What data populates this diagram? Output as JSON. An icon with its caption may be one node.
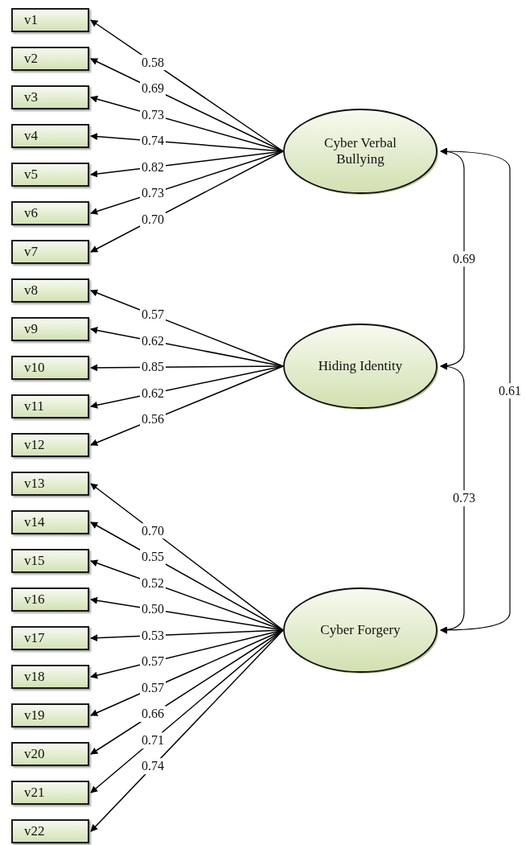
{
  "diagram": {
    "nodes": [
      {
        "text": [
          "v1"
        ]
      },
      {
        "text": [
          "v2"
        ]
      },
      {
        "text": [
          "v3"
        ]
      },
      {
        "text": [
          "v4"
        ]
      },
      {
        "text": [
          "v5"
        ]
      },
      {
        "text": [
          "v6"
        ]
      },
      {
        "text": [
          "v7"
        ]
      },
      {
        "text": [
          "v8"
        ]
      },
      {
        "text": [
          "v9"
        ]
      },
      {
        "text": [
          "v10"
        ]
      },
      {
        "text": [
          "v11"
        ]
      },
      {
        "text": [
          "v12"
        ]
      },
      {
        "text": [
          "v13"
        ]
      },
      {
        "text": [
          "v14"
        ]
      },
      {
        "text": [
          "v15"
        ]
      },
      {
        "text": [
          "v16"
        ]
      },
      {
        "text": [
          "v17"
        ]
      },
      {
        "text": [
          "v18"
        ]
      },
      {
        "text": [
          "v19"
        ]
      },
      {
        "text": [
          "v20"
        ]
      },
      {
        "text": [
          "v21"
        ]
      },
      {
        "text": [
          "v22"
        ]
      },
      {
        "text": [
          "Cyber Verbal Bullying"
        ]
      },
      {
        "text": [
          "Hiding Identity"
        ]
      },
      {
        "text": [
          "Cyber Forgery"
        ]
      }
    ],
    "edges": [
      {
        "from": 22,
        "to": 0,
        "arrow": "to",
        "label": "0.58"
      },
      {
        "from": 22,
        "to": 1,
        "arrow": "to",
        "label": "0.69"
      },
      {
        "from": 22,
        "to": 2,
        "arrow": "to",
        "label": "0.73"
      },
      {
        "from": 22,
        "to": 3,
        "arrow": "to",
        "label": "0.74"
      },
      {
        "from": 22,
        "to": 4,
        "arrow": "to",
        "label": "0.82"
      },
      {
        "from": 22,
        "to": 5,
        "arrow": "to",
        "label": "0.73"
      },
      {
        "from": 22,
        "to": 6,
        "arrow": "to",
        "label": "0.70"
      },
      {
        "from": 23,
        "to": 7,
        "arrow": "to",
        "label": "0.57"
      },
      {
        "from": 23,
        "to": 8,
        "arrow": "to",
        "label": "0.62"
      },
      {
        "from": 23,
        "to": 9,
        "arrow": "to",
        "label": "0.85"
      },
      {
        "from": 23,
        "to": 10,
        "arrow": "to",
        "label": "0.62"
      },
      {
        "from": 23,
        "to": 11,
        "arrow": "to",
        "label": "0.56"
      },
      {
        "from": 24,
        "to": 12,
        "arrow": "to",
        "label": "0.70"
      },
      {
        "from": 24,
        "to": 13,
        "arrow": "to",
        "label": "0.55"
      },
      {
        "from": 24,
        "to": 14,
        "arrow": "to",
        "label": "0.52"
      },
      {
        "from": 24,
        "to": 15,
        "arrow": "to",
        "label": "0.50"
      },
      {
        "from": 24,
        "to": 16,
        "arrow": "to",
        "label": "0.53"
      },
      {
        "from": 24,
        "to": 17,
        "arrow": "to",
        "label": "0.57"
      },
      {
        "from": 24,
        "to": 18,
        "arrow": "to",
        "label": "0.57"
      },
      {
        "from": 24,
        "to": 19,
        "arrow": "to",
        "label": "0.66"
      },
      {
        "from": 24,
        "to": 20,
        "arrow": "to",
        "label": "0.71"
      },
      {
        "from": 24,
        "to": 21,
        "arrow": "to",
        "label": "0.74"
      },
      {
        "from": 22,
        "to": 23,
        "arrow": "both",
        "label": "0.69"
      },
      {
        "from": 23,
        "to": 24,
        "arrow": "both",
        "label": "0.73"
      },
      {
        "from": 22,
        "to": 24,
        "arrow": "both",
        "label": "0.61"
      }
    ]
  }
}
